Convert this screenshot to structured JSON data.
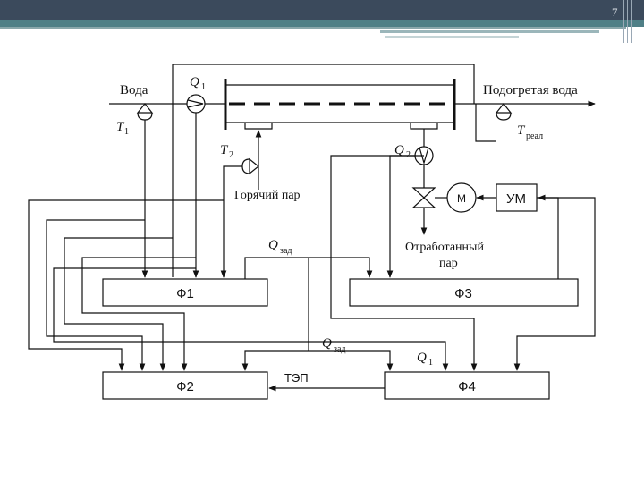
{
  "slide": {
    "page_number": "7"
  },
  "labels": {
    "water": "Вода",
    "heated_water": "Подогретая вода",
    "hot_steam": "Горячий пар",
    "spent_steam_line1": "Отработанный",
    "spent_steam_line2": "пар",
    "tep": "ТЭП"
  },
  "symbols": {
    "Q": "Q",
    "T": "T",
    "sub_1": "1",
    "sub_2": "2",
    "sub_real": "реал",
    "sub_zad": "зад"
  },
  "blocks": {
    "f1": "Ф1",
    "f2": "Ф2",
    "f3": "Ф3",
    "f4": "Ф4",
    "motor": "М",
    "um": "УМ"
  },
  "colors": {
    "line": "#111111",
    "header_dark": "#3b4a5c",
    "header_teal": "#4f7f86"
  }
}
